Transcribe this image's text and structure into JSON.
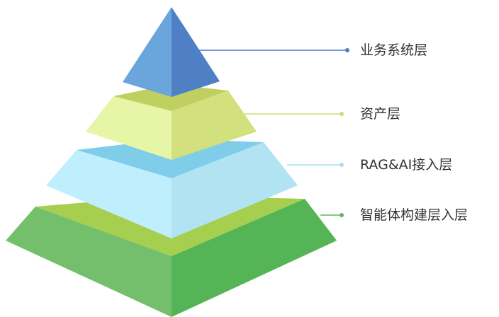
{
  "layers": [
    {
      "label": "业务系统层",
      "connector_color": "#4a7bc4",
      "face_colors": [
        "#6aa6dc",
        "#4f80c6"
      ]
    },
    {
      "label": "资产层",
      "connector_color": "#c9de78",
      "face_colors": [
        "#e7f5a6",
        "#d2e07e",
        "#bfd060"
      ]
    },
    {
      "label": "RAG&AI接入层",
      "connector_color": "#a9ddf2",
      "face_colors": [
        "#bfeefd",
        "#b2e3f3",
        "#7fcde9"
      ]
    },
    {
      "label": "智能体构建层入层",
      "connector_color": "#5cb85c",
      "face_colors": [
        "#74bf6c",
        "#55b455",
        "#a6cf50"
      ]
    }
  ]
}
